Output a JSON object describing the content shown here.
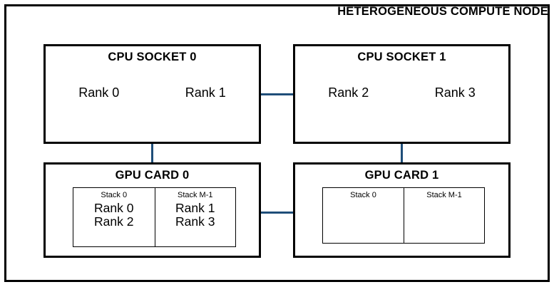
{
  "diagram": {
    "title": "HETEROGENEOUS COMPUTE NODE",
    "accent_color": "#1F4E79",
    "border_color": "#000000",
    "background_color": "#FFFFFF",
    "cpu_sockets": [
      {
        "title": "CPU SOCKET 0",
        "ranks": [
          "Rank 0",
          "Rank 1"
        ]
      },
      {
        "title": "CPU SOCKET 1",
        "ranks": [
          "Rank 2",
          "Rank 3"
        ]
      }
    ],
    "gpu_cards": [
      {
        "title": "GPU CARD 0",
        "stacks": [
          {
            "label": "Stack 0",
            "ranks": [
              "Rank 0",
              "Rank 2"
            ]
          },
          {
            "label": "Stack M-1",
            "ranks": [
              "Rank 1",
              "Rank 3"
            ]
          }
        ]
      },
      {
        "title": "GPU CARD 1",
        "stacks": [
          {
            "label": "Stack 0",
            "ranks": []
          },
          {
            "label": "Stack M-1",
            "ranks": []
          }
        ]
      }
    ],
    "links": [
      {
        "name": "cpu0-cpu1-link",
        "orientation": "horizontal"
      },
      {
        "name": "gpu0-gpu1-link",
        "orientation": "horizontal"
      },
      {
        "name": "cpu0-gpu0-link",
        "orientation": "vertical"
      },
      {
        "name": "cpu1-gpu1-link",
        "orientation": "vertical"
      }
    ]
  }
}
